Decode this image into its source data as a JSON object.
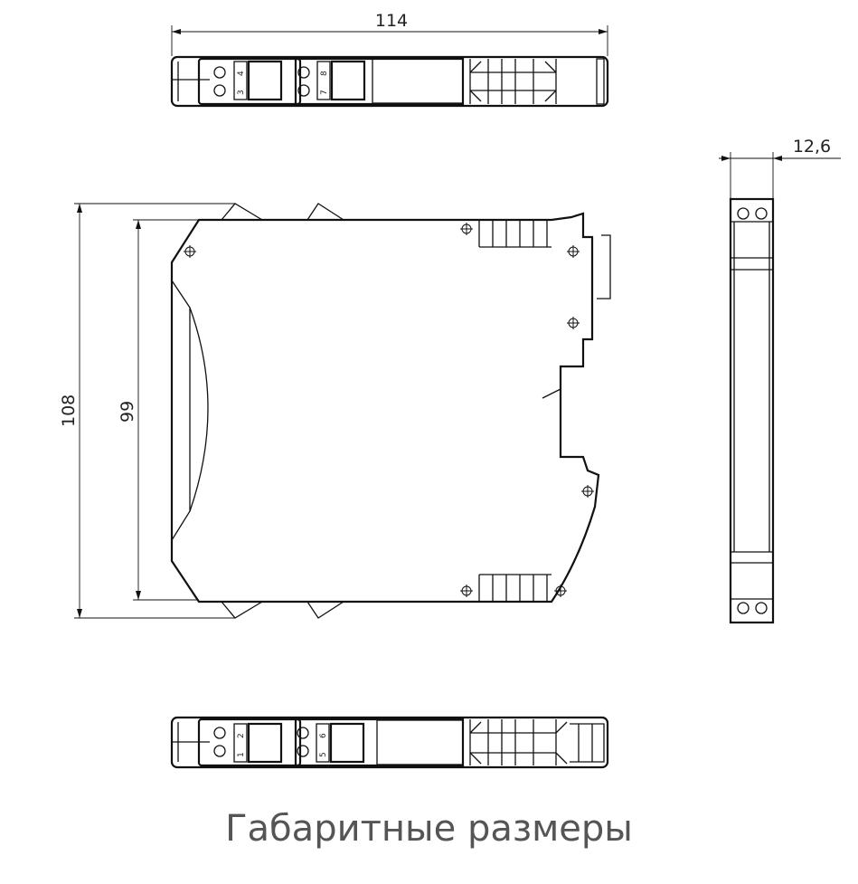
{
  "dimensions": {
    "width_label": "114",
    "height_outer_label": "108",
    "height_inner_label": "99",
    "depth_label": "12,6"
  },
  "top_view": {
    "terminals": [
      "4",
      "3",
      "8",
      "7"
    ]
  },
  "bottom_view": {
    "terminals": [
      "2",
      "1",
      "6",
      "5"
    ]
  },
  "caption": "Габаритные размеры"
}
